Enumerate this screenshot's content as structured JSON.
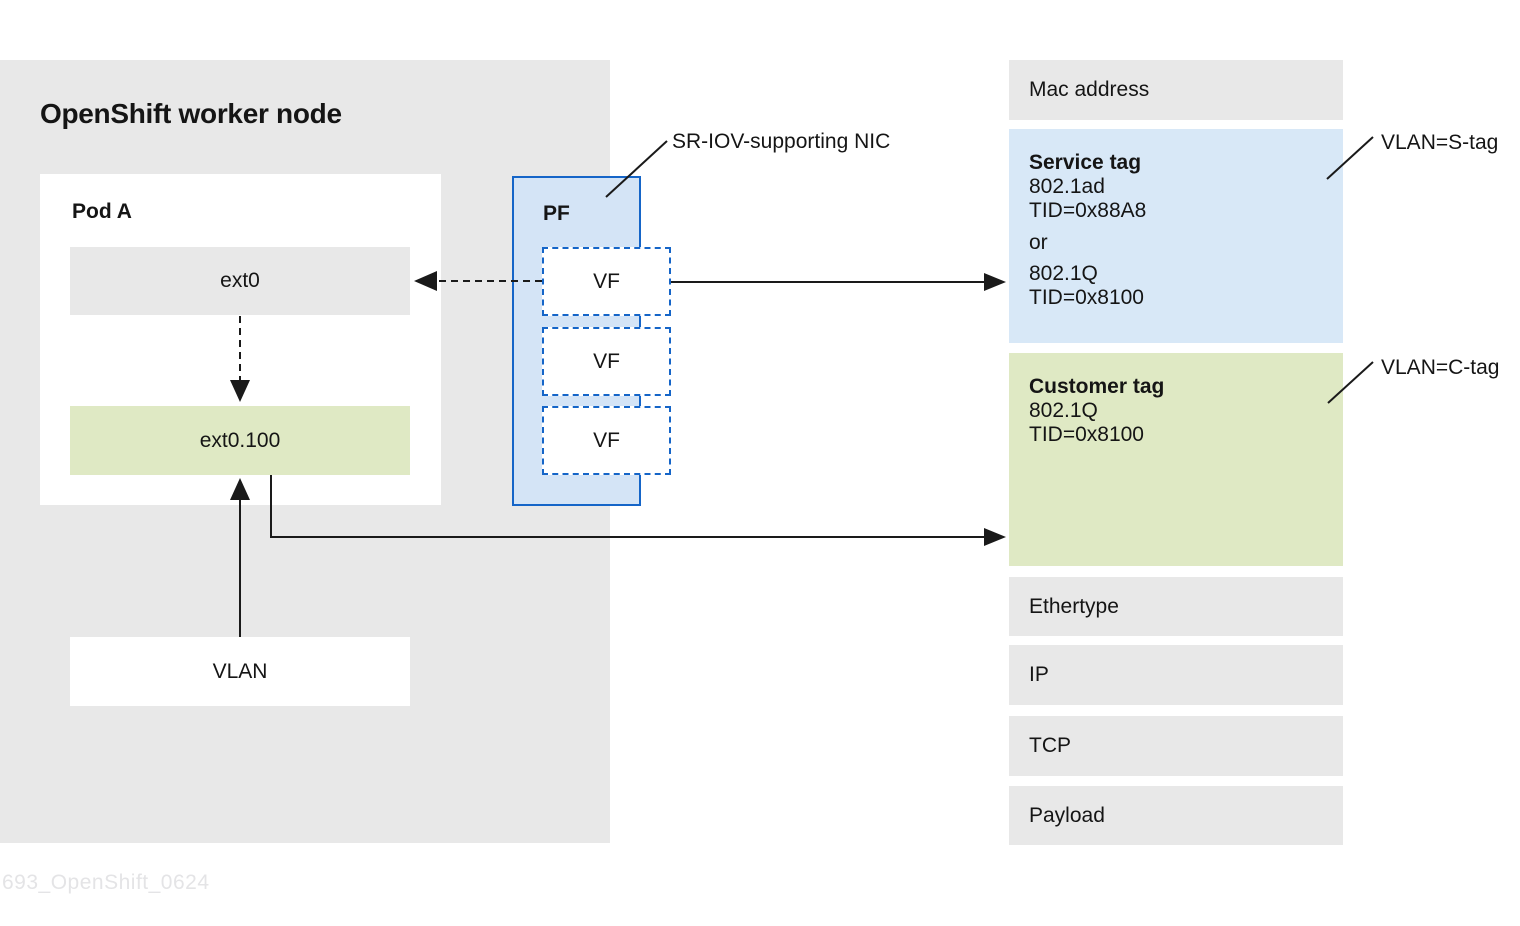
{
  "diagram": {
    "title": "OpenShift worker node",
    "watermark": "693_OpenShift_0624",
    "pod": {
      "label": "Pod A",
      "ext0": "ext0",
      "ext0_100": "ext0.100",
      "vlan": "VLAN"
    },
    "nic": {
      "label": "SR-IOV-supporting NIC",
      "pf": "PF",
      "vfs": [
        "VF",
        "VF",
        "VF"
      ]
    },
    "packet": {
      "mac": "Mac address",
      "service": {
        "title": "Service tag",
        "line1": "802.1ad",
        "line2": "TID=0x88A8",
        "or": "or",
        "line3": "802.1Q",
        "line4": "TID=0x8100"
      },
      "customer": {
        "title": "Customer tag",
        "line1": "802.1Q",
        "line2": "TID=0x8100"
      },
      "ethertype": "Ethertype",
      "ip": "IP",
      "tcp": "TCP",
      "payload": "Payload"
    },
    "annotations": {
      "s_tag": "VLAN=S-tag",
      "c_tag": "VLAN=C-tag"
    },
    "colors": {
      "accent_blue": "#1565c8",
      "light_blue_pf": "#d4e4f6",
      "light_blue_service": "#d8e8f7",
      "light_green": "#dfe9c4",
      "light_gray": "#e8e8e8",
      "text": "#151515",
      "watermark_text": "#e4e4e6"
    }
  }
}
